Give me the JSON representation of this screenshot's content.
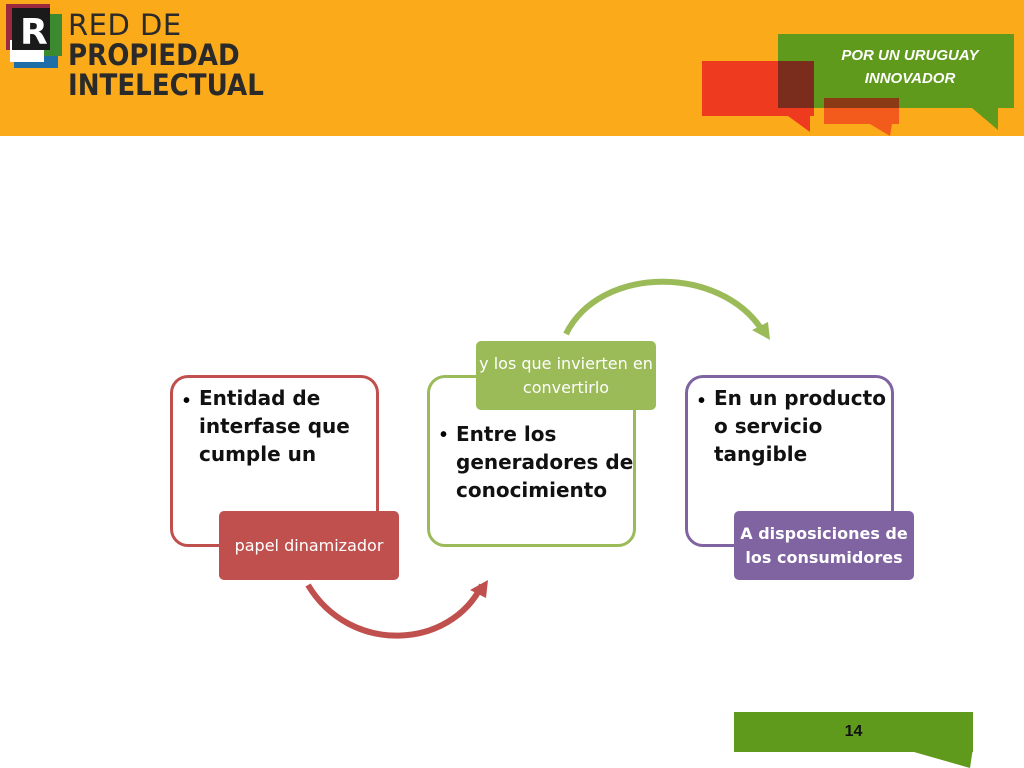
{
  "header": {
    "logo_letter": "R",
    "logo_line1": "RED DE",
    "logo_line2": "PROPIEDAD",
    "logo_line3": "INTELECTUAL",
    "slogan_line1": "POR UN URUGUAY",
    "slogan_line2": "INNOVADOR"
  },
  "diagram": {
    "box1": {
      "text": "Entidad de interfase que cumple un",
      "label": "papel dinamizador"
    },
    "box2": {
      "text": "Entre los generadores de conocimiento",
      "label": "y los que invierten en convertirlo"
    },
    "box3": {
      "text": "En un producto o servicio tangible",
      "label": "A disposiciones de los consumidores"
    }
  },
  "colors": {
    "header_bg": "#fbaa1a",
    "red": "#c0504d",
    "green": "#9bbb59",
    "purple": "#8064a2",
    "footer": "#5f9a1c"
  },
  "footer": {
    "page_number": "14"
  }
}
